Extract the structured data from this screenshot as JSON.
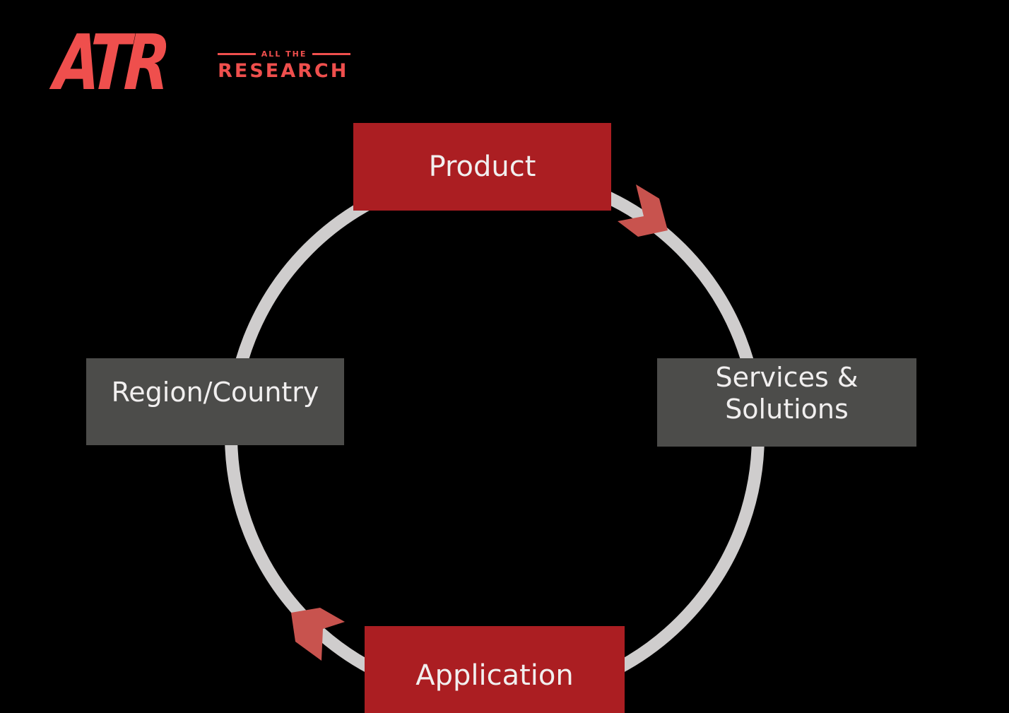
{
  "logo": {
    "monogram": "ATR",
    "tagline": "ALL THE",
    "name": "RESEARCH",
    "brand_color": "#EF4F4D"
  },
  "diagram": {
    "type": "cycle",
    "direction": "clockwise",
    "ring_color": "#CFCDCD",
    "arrow_color": "#C8534E",
    "node_colors": {
      "primary": "#AB1E22",
      "secondary": "#4C4C4A"
    },
    "text_color": "#F1EFEF",
    "nodes": {
      "product": {
        "label": "Product",
        "style": "primary",
        "position": "top"
      },
      "services": {
        "line1": "Services &",
        "line2": "Solutions",
        "style": "secondary",
        "position": "right"
      },
      "region": {
        "label": "Region/Country",
        "style": "secondary",
        "position": "left"
      },
      "application": {
        "label": "Application",
        "style": "primary",
        "position": "bottom"
      }
    }
  }
}
